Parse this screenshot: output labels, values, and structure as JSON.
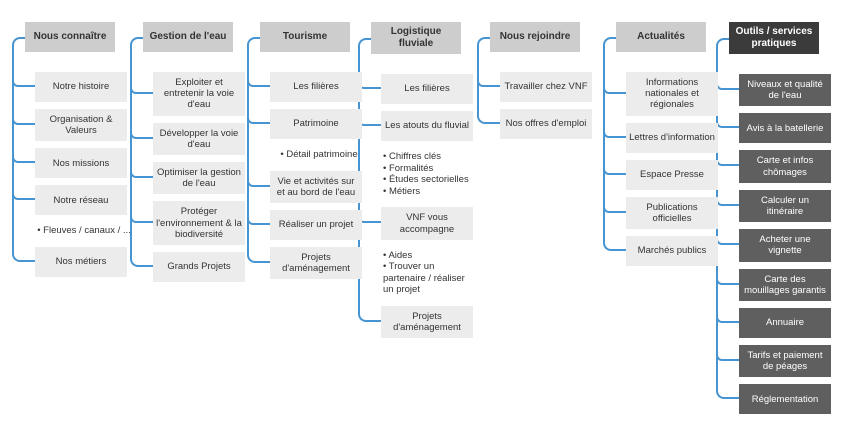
{
  "diagram": {
    "columns": [
      {
        "header": "Nous connaître",
        "theme": "light",
        "items": [
          {
            "type": "box",
            "label": "Notre histoire"
          },
          {
            "type": "box",
            "label": "Organisation & Valeurs"
          },
          {
            "type": "box",
            "label": "Nos missions"
          },
          {
            "type": "box",
            "label": "Notre réseau"
          },
          {
            "type": "bullets",
            "lines": [
              "• Fleuves / canaux / ..."
            ]
          },
          {
            "type": "box",
            "label": "Nos métiers"
          }
        ]
      },
      {
        "header": "Gestion de l'eau",
        "theme": "light",
        "items": [
          {
            "type": "box",
            "label": "Exploiter et entretenir la voie d'eau"
          },
          {
            "type": "box",
            "label": "Développer la voie d'eau"
          },
          {
            "type": "box",
            "label": "Optimiser la gestion de l'eau"
          },
          {
            "type": "box",
            "label": "Protéger l'environnement & la biodiversité"
          },
          {
            "type": "box",
            "label": "Grands Projets"
          }
        ]
      },
      {
        "header": "Tourisme",
        "theme": "light",
        "items": [
          {
            "type": "box",
            "label": "Les filières"
          },
          {
            "type": "box",
            "label": "Patrimoine"
          },
          {
            "type": "bullets",
            "lines": [
              "• Détail patrimoine"
            ]
          },
          {
            "type": "box",
            "label": "Vie et activités sur et au bord de l'eau"
          },
          {
            "type": "box",
            "label": "Réaliser un projet"
          },
          {
            "type": "box",
            "label": "Projets d'aménagement"
          }
        ]
      },
      {
        "header": "Logistique fluviale",
        "theme": "light",
        "items": [
          {
            "type": "box",
            "label": "Les filières"
          },
          {
            "type": "box",
            "label": "Les atouts du fluvial"
          },
          {
            "type": "bullets",
            "lines": [
              "• Chiffres clés",
              "• Formalités",
              "• Études sectorielles",
              "• Métiers"
            ]
          },
          {
            "type": "box",
            "label": "VNF vous accompagne"
          },
          {
            "type": "bullets",
            "lines": [
              "• Aides",
              "• Trouver un partenaire / réaliser un projet"
            ]
          },
          {
            "type": "box",
            "label": "Projets d'aménagement"
          }
        ]
      },
      {
        "header": "Nous rejoindre",
        "theme": "light",
        "items": [
          {
            "type": "box",
            "label": "Travailler chez VNF"
          },
          {
            "type": "box",
            "label": "Nos offres d'emploi"
          }
        ]
      },
      {
        "header": "Actualités",
        "theme": "light",
        "items": [
          {
            "type": "box",
            "label": "Informations nationales et régionales"
          },
          {
            "type": "box",
            "label": "Lettres d'information"
          },
          {
            "type": "box",
            "label": "Espace Presse"
          },
          {
            "type": "box",
            "label": "Publications officielles"
          },
          {
            "type": "box",
            "label": "Marchés publics"
          }
        ]
      },
      {
        "header": "Outils / services pratiques",
        "theme": "dark",
        "items": [
          {
            "type": "box",
            "label": "Niveaux et qualité de l'eau"
          },
          {
            "type": "box",
            "label": "Avis à la batellerie"
          },
          {
            "type": "box",
            "label": "Carte et infos chômages"
          },
          {
            "type": "box",
            "label": "Calculer un itinéraire"
          },
          {
            "type": "box",
            "label": "Acheter une vignette"
          },
          {
            "type": "box",
            "label": "Carte des mouillages garantis"
          },
          {
            "type": "box",
            "label": "Annuaire"
          },
          {
            "type": "box",
            "label": "Tarifs et paiement de péages"
          },
          {
            "type": "box",
            "label": "Réglementation"
          }
        ]
      }
    ]
  },
  "colors": {
    "connector_blue": "#4694d1",
    "header_light_bg": "#cdcdcd",
    "item_light_bg": "#ececec",
    "header_dark_bg": "#3b3b3b",
    "item_dark_bg": "#5f5f5f",
    "text_dark": "#333333",
    "text_light": "#ffffff"
  }
}
